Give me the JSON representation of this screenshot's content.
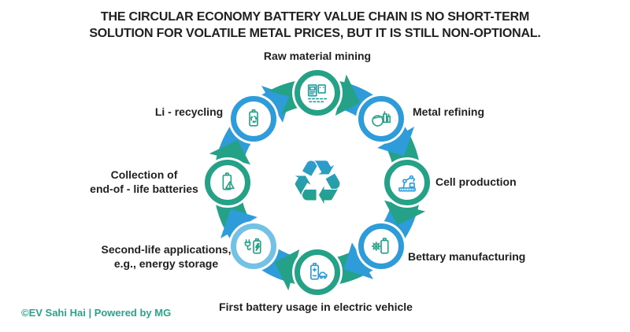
{
  "title": {
    "line1": "THE CIRCULAR ECONOMY BATTERY VALUE CHAIN IS NO SHORT-TERM",
    "line2": "SOLUTION FOR VOLATILE METAL PRICES, BUT IT IS STILL NON-OPTIONAL."
  },
  "colors": {
    "green": "#24A186",
    "blue": "#2D9CD8",
    "light_blue": "#74C1E6",
    "text": "#232020",
    "footer_green": "#2AA38B"
  },
  "center_icon": {
    "name": "recycle-icon",
    "glyph": "♻"
  },
  "stages": [
    {
      "label": "Raw material mining",
      "icon": "mining-machine-icon",
      "ring_color": "#24A186",
      "icon_color": "#1D9FA2",
      "arrow_color": "#24A186"
    },
    {
      "label": "Metal refining",
      "icon": "crucible-icon",
      "ring_color": "#2D9CD8",
      "icon_color": "#24A186",
      "arrow_color": "#2D9CD8"
    },
    {
      "label": "Cell production",
      "icon": "robot-arm-icon",
      "ring_color": "#24A186",
      "icon_color": "#2D9CD8",
      "arrow_color": "#24A186"
    },
    {
      "label": "Bettary manufacturing",
      "icon": "battery-gear-icon",
      "ring_color": "#2D9CD8",
      "icon_color": "#24A186",
      "arrow_color": "#2D9CD8"
    },
    {
      "label": "First battery usage in electric vehicle",
      "icon": "battery-car-icon",
      "ring_color": "#24A186",
      "icon_color": "#2D9CD8",
      "arrow_color": "#24A186"
    },
    {
      "label": "Second-life applications,\ne.g., energy storage",
      "icon": "plug-battery-icon",
      "ring_color": "#74C1E6",
      "icon_color": "#24A186",
      "arrow_color": "#2D9CD8"
    },
    {
      "label": "Collection of\nend-of - life batteries",
      "icon": "battery-warning-icon",
      "ring_color": "#24A186",
      "icon_color": "#24A186",
      "arrow_color": "#24A186"
    },
    {
      "label": "Li - recycling",
      "icon": "battery-recycle-icon",
      "ring_color": "#2D9CD8",
      "icon_color": "#24A186",
      "arrow_color": "#2D9CD8"
    }
  ],
  "footer": {
    "text": "©EV Sahi Hai | Powered by MG"
  }
}
